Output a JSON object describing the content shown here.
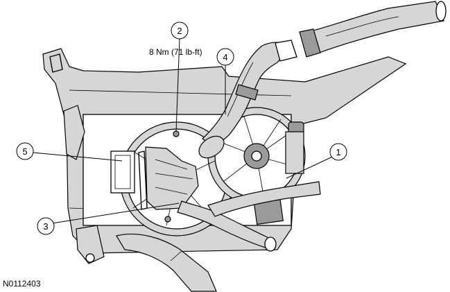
{
  "figure_id": "N0112403",
  "torque_spec": "8 Nm (71 lb-ft)",
  "callouts": [
    {
      "number": "1"
    },
    {
      "number": "2"
    },
    {
      "number": "3"
    },
    {
      "number": "4"
    },
    {
      "number": "5"
    }
  ]
}
